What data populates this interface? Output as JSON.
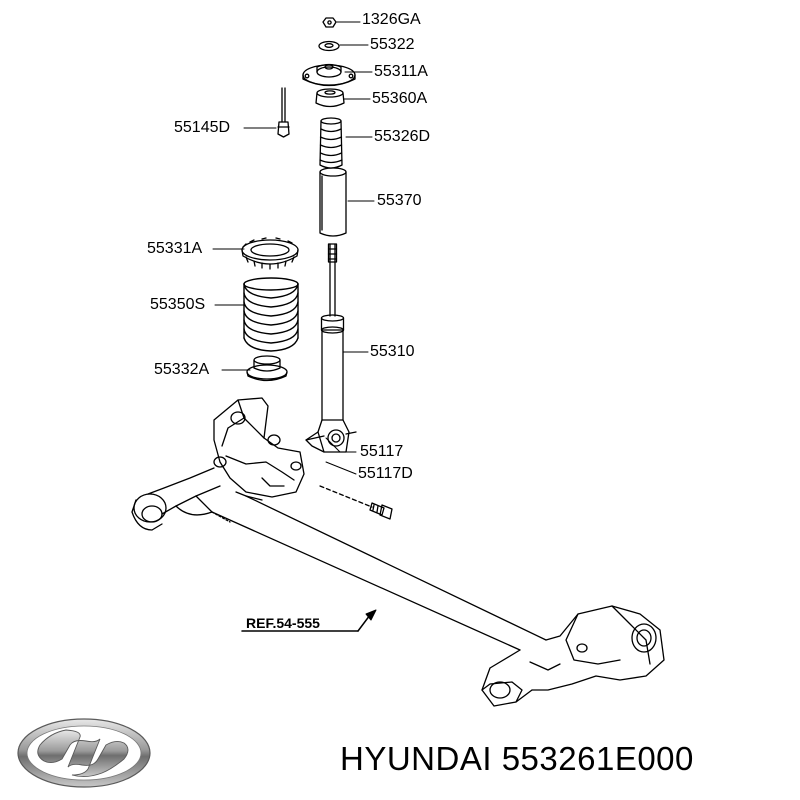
{
  "brand": "HYUNDAI",
  "part_number": "553261E000",
  "logo": {
    "icon": "hyundai-logo-icon"
  },
  "parts": {
    "p1326GA": "1326GA",
    "p55322": "55322",
    "p55311A": "55311A",
    "p55360A": "55360A",
    "p55145D": "55145D",
    "p55326D": "55326D",
    "p55370": "55370",
    "p55331A": "55331A",
    "p55350S": "55350S",
    "p55310": "55310",
    "p55332A": "55332A",
    "p55117": "55117",
    "p55117D": "55117D"
  },
  "reference": "REF.54-555"
}
